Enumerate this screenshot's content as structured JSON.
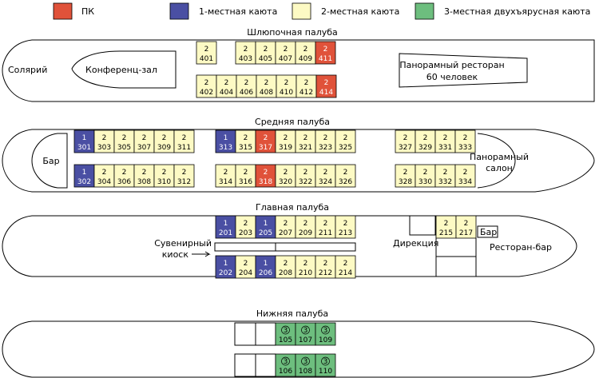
{
  "colors": {
    "pk": "#e0523a",
    "single": "#4a4fa3",
    "double": "#fdfac4",
    "triple": "#6dbe7e",
    "empty": "#ffffff"
  },
  "legend": [
    {
      "key": "pk",
      "label": "ПК"
    },
    {
      "key": "single",
      "label": "1-местная каюта"
    },
    {
      "key": "double",
      "label": "2-местная каюта"
    },
    {
      "key": "triple",
      "label": "3-местная двухъярусная каюта"
    }
  ],
  "decks": {
    "boat": {
      "title": "Шлюпочная палуба",
      "areas": [
        "Солярий",
        "Конференц-зал",
        "Панорамный ресторан",
        "60 человек"
      ],
      "top": [
        {
          "cap": "2",
          "num": "401",
          "type": "double"
        },
        {
          "cap": "2",
          "num": "403",
          "type": "double"
        },
        {
          "cap": "2",
          "num": "405",
          "type": "double"
        },
        {
          "cap": "2",
          "num": "407",
          "type": "double"
        },
        {
          "cap": "2",
          "num": "409",
          "type": "double"
        },
        {
          "cap": "2",
          "num": "411",
          "type": "pk"
        }
      ],
      "bottom": [
        {
          "cap": "2",
          "num": "402",
          "type": "double"
        },
        {
          "cap": "2",
          "num": "404",
          "type": "double"
        },
        {
          "cap": "2",
          "num": "406",
          "type": "double"
        },
        {
          "cap": "2",
          "num": "408",
          "type": "double"
        },
        {
          "cap": "2",
          "num": "410",
          "type": "double"
        },
        {
          "cap": "2",
          "num": "412",
          "type": "double"
        },
        {
          "cap": "2",
          "num": "414",
          "type": "pk"
        }
      ]
    },
    "middle": {
      "title": "Средняя палуба",
      "areas": [
        "Бар",
        "Панорамный",
        "салон"
      ],
      "top": [
        {
          "cap": "1",
          "num": "301",
          "type": "single"
        },
        {
          "cap": "2",
          "num": "303",
          "type": "double"
        },
        {
          "cap": "2",
          "num": "305",
          "type": "double"
        },
        {
          "cap": "2",
          "num": "307",
          "type": "double"
        },
        {
          "cap": "2",
          "num": "309",
          "type": "double"
        },
        {
          "cap": "2",
          "num": "311",
          "type": "double"
        },
        {
          "cap": "1",
          "num": "313",
          "type": "single"
        },
        {
          "cap": "2",
          "num": "315",
          "type": "double"
        },
        {
          "cap": "2",
          "num": "317",
          "type": "pk"
        },
        {
          "cap": "2",
          "num": "319",
          "type": "double"
        },
        {
          "cap": "2",
          "num": "321",
          "type": "double"
        },
        {
          "cap": "2",
          "num": "323",
          "type": "double"
        },
        {
          "cap": "2",
          "num": "325",
          "type": "double"
        },
        {
          "cap": "2",
          "num": "327",
          "type": "double"
        },
        {
          "cap": "2",
          "num": "329",
          "type": "double"
        },
        {
          "cap": "2",
          "num": "331",
          "type": "double"
        },
        {
          "cap": "2",
          "num": "333",
          "type": "double"
        }
      ],
      "bottom": [
        {
          "cap": "1",
          "num": "302",
          "type": "single"
        },
        {
          "cap": "2",
          "num": "304",
          "type": "double"
        },
        {
          "cap": "2",
          "num": "306",
          "type": "double"
        },
        {
          "cap": "2",
          "num": "308",
          "type": "double"
        },
        {
          "cap": "2",
          "num": "310",
          "type": "double"
        },
        {
          "cap": "2",
          "num": "312",
          "type": "double"
        },
        {
          "cap": "2",
          "num": "314",
          "type": "double"
        },
        {
          "cap": "2",
          "num": "316",
          "type": "double"
        },
        {
          "cap": "2",
          "num": "318",
          "type": "pk"
        },
        {
          "cap": "2",
          "num": "320",
          "type": "double"
        },
        {
          "cap": "2",
          "num": "322",
          "type": "double"
        },
        {
          "cap": "2",
          "num": "324",
          "type": "double"
        },
        {
          "cap": "2",
          "num": "326",
          "type": "double"
        },
        {
          "cap": "2",
          "num": "328",
          "type": "double"
        },
        {
          "cap": "2",
          "num": "330",
          "type": "double"
        },
        {
          "cap": "2",
          "num": "332",
          "type": "double"
        },
        {
          "cap": "2",
          "num": "334",
          "type": "double"
        }
      ]
    },
    "main": {
      "title": "Главная палуба",
      "areas": [
        "Сувенирный",
        "киоск",
        "Дирекция",
        "Бар",
        "Ресторан-бар"
      ],
      "top": [
        {
          "cap": "1",
          "num": "201",
          "type": "single"
        },
        {
          "cap": "2",
          "num": "203",
          "type": "double"
        },
        {
          "cap": "1",
          "num": "205",
          "type": "single"
        },
        {
          "cap": "2",
          "num": "207",
          "type": "double"
        },
        {
          "cap": "2",
          "num": "209",
          "type": "double"
        },
        {
          "cap": "2",
          "num": "211",
          "type": "double"
        },
        {
          "cap": "2",
          "num": "213",
          "type": "double"
        },
        {
          "cap": "2",
          "num": "215",
          "type": "double"
        },
        {
          "cap": "2",
          "num": "217",
          "type": "double"
        }
      ],
      "bottom": [
        {
          "cap": "1",
          "num": "202",
          "type": "single"
        },
        {
          "cap": "2",
          "num": "204",
          "type": "double"
        },
        {
          "cap": "1",
          "num": "206",
          "type": "single"
        },
        {
          "cap": "2",
          "num": "208",
          "type": "double"
        },
        {
          "cap": "2",
          "num": "210",
          "type": "double"
        },
        {
          "cap": "2",
          "num": "212",
          "type": "double"
        },
        {
          "cap": "2",
          "num": "214",
          "type": "double"
        }
      ]
    },
    "lower": {
      "title": "Нижняя палуба",
      "top": [
        {
          "cap": "3",
          "num": "105",
          "type": "triple"
        },
        {
          "cap": "3",
          "num": "107",
          "type": "triple"
        },
        {
          "cap": "3",
          "num": "109",
          "type": "triple"
        }
      ],
      "bottom": [
        {
          "cap": "3",
          "num": "106",
          "type": "triple"
        },
        {
          "cap": "3",
          "num": "108",
          "type": "triple"
        },
        {
          "cap": "3",
          "num": "110",
          "type": "triple"
        }
      ]
    }
  }
}
